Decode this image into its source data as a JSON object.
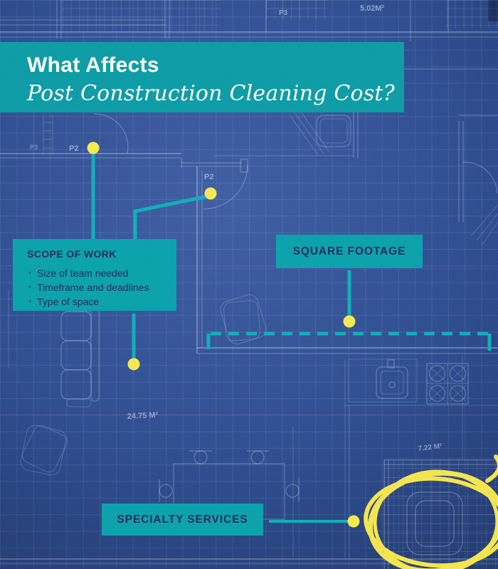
{
  "header": {
    "title_line1": "What Affects",
    "title_line2": "Post Construction Cleaning Cost?"
  },
  "callouts": {
    "scope_of_work": {
      "title": "SCOPE OF WORK",
      "items": [
        "Size of team needed",
        "Timeframe and deadlines",
        "Type of space"
      ]
    },
    "square_footage": {
      "label": "SQUARE FOOTAGE"
    },
    "specialty_services": {
      "label": "SPECIALTY SERVICES"
    }
  },
  "blueprint_annotations": {
    "area_top": "5.02M²",
    "p3_top": "P3",
    "p3_left": "P3",
    "p2_left": "P2",
    "p2_middle": "P2",
    "area_living_room": "24.75 M²",
    "area_bathroom": "7.22 M²"
  },
  "colors": {
    "teal": "#0D9AA4",
    "teal_line": "#10ACB8",
    "yellow": "#F6E74F",
    "navy_text": "#20295A",
    "blueprint_blue": "#2B4A8C"
  }
}
